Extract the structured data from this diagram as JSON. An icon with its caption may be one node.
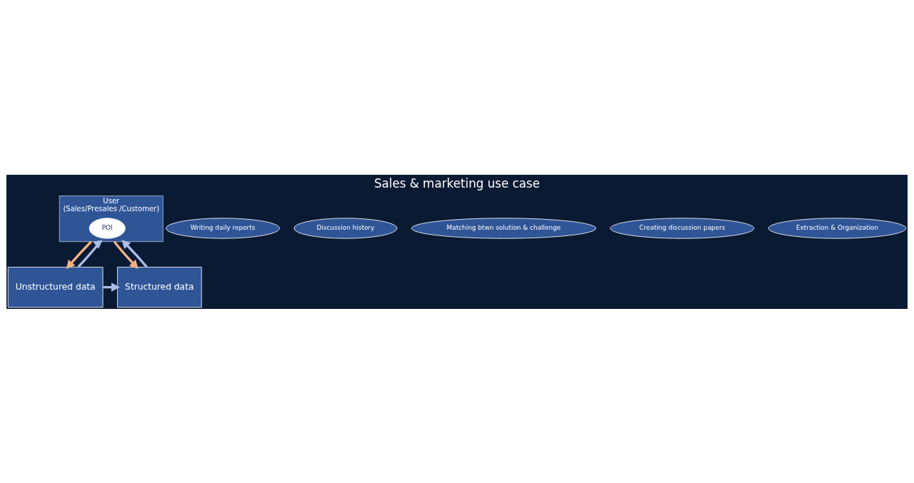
{
  "diagram": {
    "title": "Sales & marketing use case",
    "nodes": [
      {
        "text": [
          "User",
          "(Sales/Presales /Customer)"
        ]
      },
      {
        "text": [
          "POI"
        ],
        "in": 0
      },
      {
        "text": [
          "Writing daily reports"
        ]
      },
      {
        "text": [
          "Discussion history"
        ]
      },
      {
        "text": [
          "Matching btwn solution & challenge"
        ]
      },
      {
        "text": [
          "Creating discussion papers"
        ]
      },
      {
        "text": [
          "Unstructured data"
        ]
      },
      {
        "text": [
          "Structured data"
        ]
      },
      {
        "text": [
          "Extraction & Organization"
        ]
      }
    ],
    "edges": [
      {
        "from": 0,
        "to": 6,
        "arrow": "to",
        "color": "#f4b183"
      },
      {
        "from": 6,
        "to": 0,
        "arrow": "to"
      },
      {
        "from": 0,
        "to": 7,
        "arrow": "to",
        "color": "#f4b183"
      },
      {
        "from": 7,
        "to": 0,
        "arrow": "to"
      },
      {
        "from": 6,
        "to": 7,
        "arrow": "to"
      }
    ]
  }
}
